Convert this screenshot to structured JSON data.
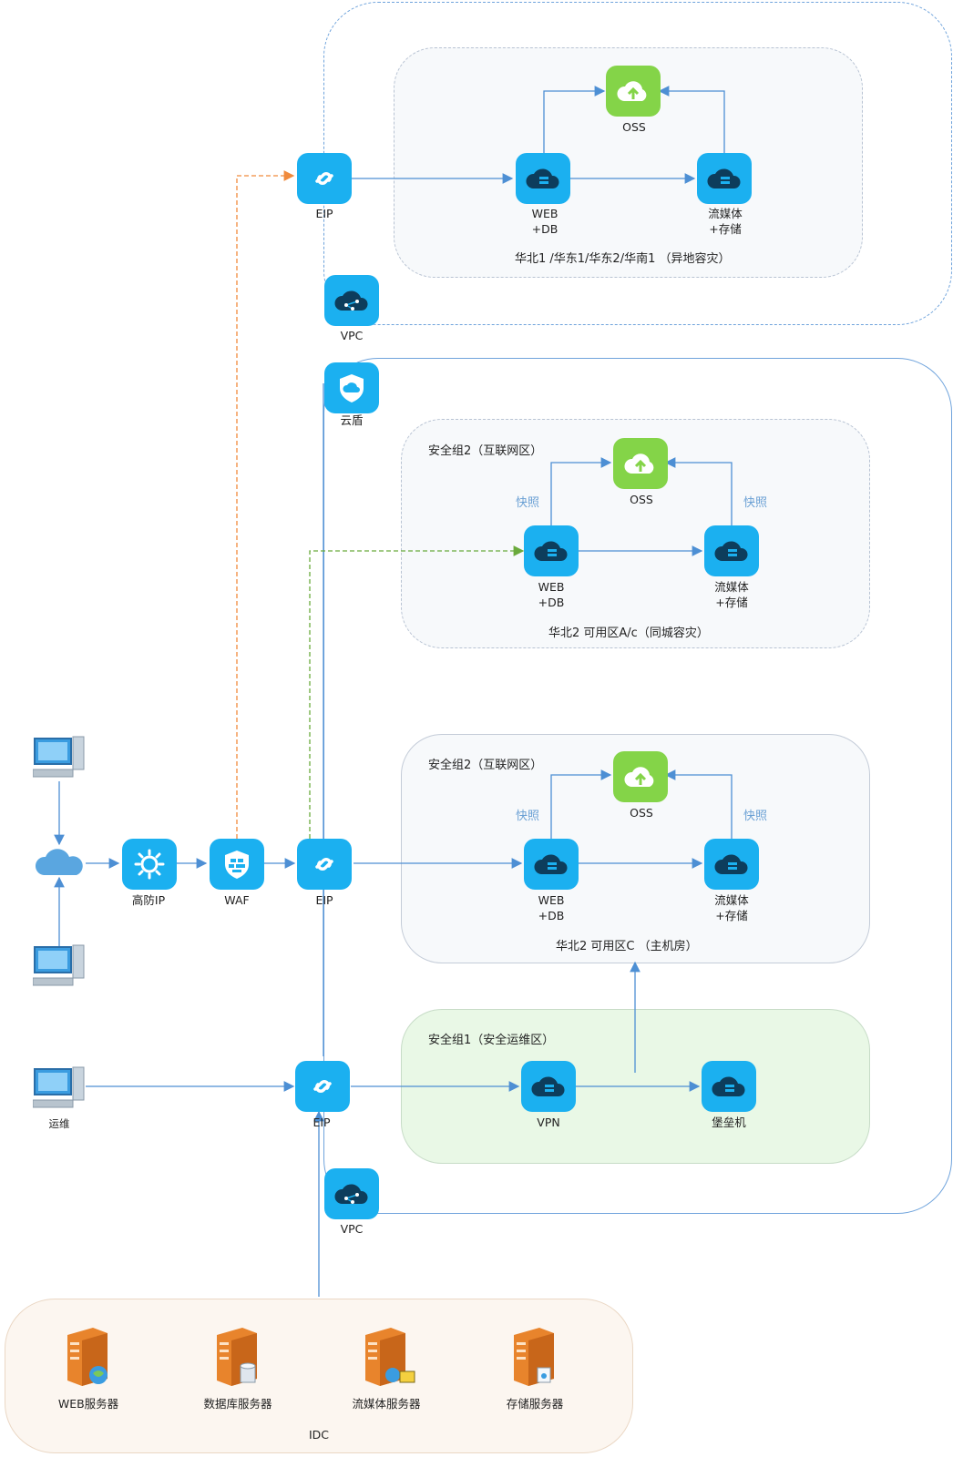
{
  "zones": {
    "region1": "华北1 /华东1/华东2/华南1 （异地容灾）",
    "region2_group": "安全组2（互联网区）",
    "region2": "华北2 可用区A/c（同城容灾）",
    "region3_group": "安全组2（互联网区）",
    "region3": "华北2 可用区C （主机房）",
    "ops_group": "安全组1（安全运维区）",
    "idc": "IDC"
  },
  "nodes": {
    "eip": "EIP",
    "vpc": "VPC",
    "oss": "OSS",
    "web": "WEB",
    "db": "+DB",
    "stream": "流媒体",
    "storage": "+存储",
    "yundun": "云盾",
    "gaofang": "高防IP",
    "waf": "WAF",
    "vpn": "VPN",
    "bastion": "堡垒机",
    "ops": "运维",
    "snapshot": "快照"
  },
  "idc_servers": [
    "WEB服务器",
    "数据库服务器",
    "流媒体服务器",
    "存储服务器"
  ],
  "colors": {
    "node_blue": "#1bb0f0",
    "node_green": "#84d448",
    "line_blue": "#4d8fd4",
    "line_orange": "#f08a3c",
    "line_green": "#6aaa3c",
    "server_orange": "#e8842c"
  }
}
